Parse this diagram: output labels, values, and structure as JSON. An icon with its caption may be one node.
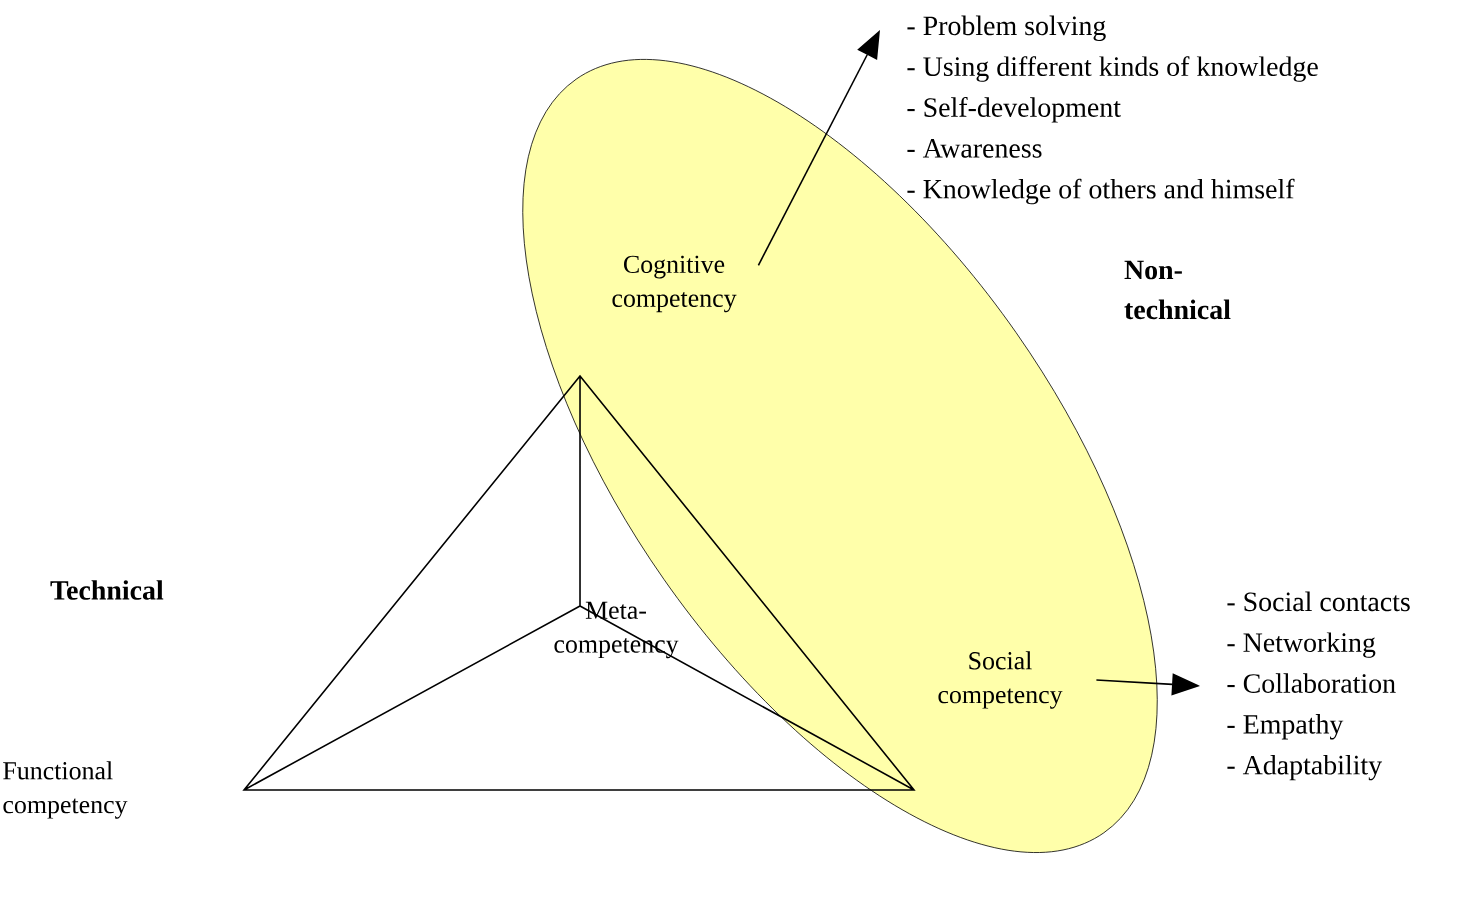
{
  "diagram": {
    "nodes": [
      {
        "text": [],
        "shape": "ellipse"
      },
      {
        "text": [
          "Cognitive competency"
        ],
        "in": 0
      },
      {
        "text": [
          "Meta- competency"
        ]
      },
      {
        "text": [
          "Functional competency"
        ]
      },
      {
        "text": [
          "Social competency"
        ],
        "in": 0
      },
      {
        "text": [
          "- Problem solving",
          "- Using different kinds of knowledge",
          "- Self-development",
          "- Awareness",
          "- Knowledge of others and himself"
        ]
      },
      {
        "text": [
          "- Social contacts",
          "- Networking",
          "- Collaboration",
          "- Empathy",
          "- Adaptability"
        ]
      }
    ],
    "edges": [
      {
        "from": 1,
        "to": 5,
        "arrow": "to"
      },
      {
        "from": 4,
        "to": 6,
        "arrow": "to"
      }
    ],
    "labels": [
      "Technical",
      "Non- technical"
    ]
  }
}
